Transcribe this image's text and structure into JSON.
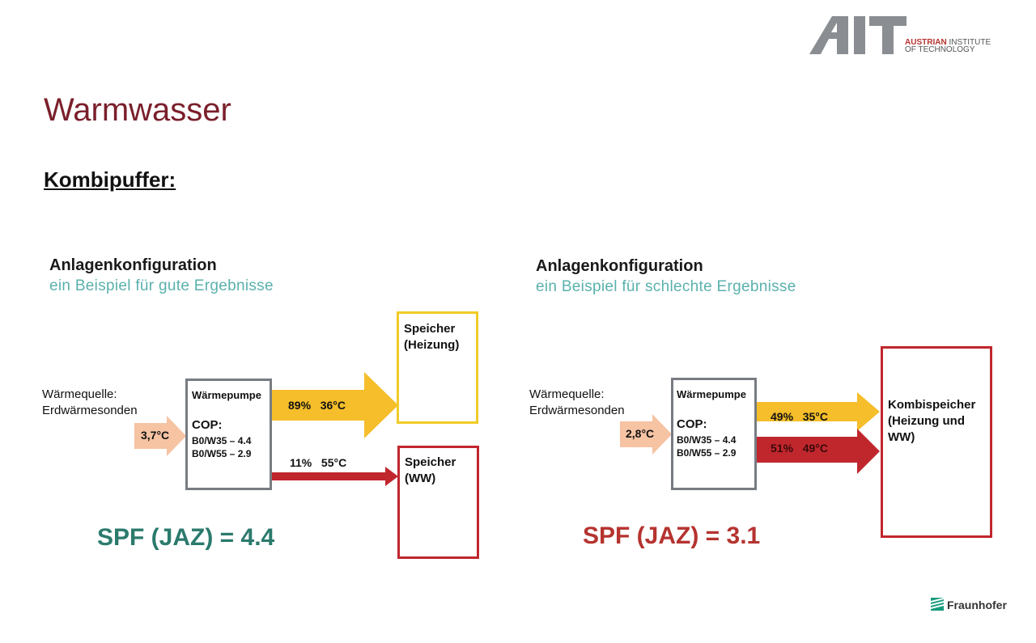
{
  "logo": {
    "mark": "AIT",
    "line1_bold": "AUSTRIAN",
    "line1_rest": " INSTITUTE",
    "line2": "OF TECHNOLOGY"
  },
  "slide_title": "Warmwasser",
  "section_title": "Kombipuffer:",
  "left": {
    "title": "Anlagenkonfiguration",
    "subtitle": "ein Beispiel für gute Ergebnisse",
    "source_line1": "Wärmequelle:",
    "source_line2": "Erdwärmesonden",
    "source_temp": "3,7°C",
    "heat_pump": "Wärmepumpe",
    "cop_label": "COP:",
    "cop_b35": "B0/W35 – 4.4",
    "cop_b55": "B0/W55 – 2.9",
    "flow_heating_pct": "89%",
    "flow_heating_temp": "36°C",
    "flow_ww_pct": "11%",
    "flow_ww_temp": "55°C",
    "store_heating_line1": "Speicher",
    "store_heating_line2": "(Heizung)",
    "store_ww_line1": "Speicher",
    "store_ww_line2": "(WW)",
    "spf": "SPF (JAZ) = 4.4"
  },
  "right": {
    "title": "Anlagenkonfiguration",
    "subtitle": "ein Beispiel für schlechte Ergebnisse",
    "source_line1": "Wärmequelle:",
    "source_line2": "Erdwärmesonden",
    "source_temp": "2,8°C",
    "heat_pump": "Wärmepumpe",
    "cop_label": "COP:",
    "cop_b35": "B0/W35 – 4.4",
    "cop_b55": "B0/W55 – 2.9",
    "flow_heating_pct": "49%",
    "flow_heating_temp": "35°C",
    "flow_ww_pct": "51%",
    "flow_ww_temp": "49°C",
    "store_line1": "Kombispeicher",
    "store_line2": "(Heizung und",
    "store_line3": "WW)",
    "spf": "SPF (JAZ) = 3.1"
  },
  "footer_logo": "Fraunhofer",
  "colors": {
    "title": "#7a1f2b",
    "subtitle": "#5ab1ac",
    "spf_good": "#2b7a6d",
    "spf_bad": "#b5332f",
    "arrow_yellow": "#f5be2a",
    "arrow_red": "#c0272d",
    "arrow_source": "#f6c3a3",
    "hp_border": "#777c82",
    "fraunhofer": "#179c7d"
  }
}
